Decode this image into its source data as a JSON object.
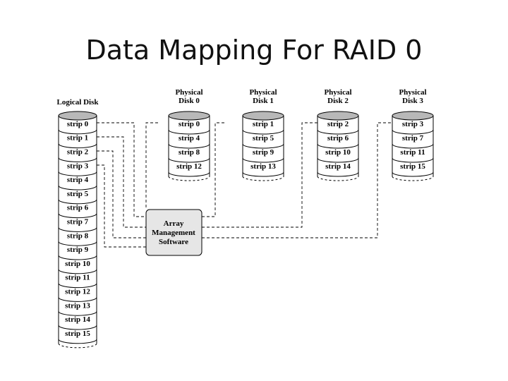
{
  "title": "Data Mapping For RAID 0",
  "logical_disk": {
    "label": "Logical Disk",
    "strips": [
      "strip 0",
      "strip 1",
      "strip 2",
      "strip 3",
      "strip 4",
      "strip 5",
      "strip 6",
      "strip 7",
      "strip 8",
      "strip 9",
      "strip 10",
      "strip 11",
      "strip 12",
      "strip 13",
      "strip 14",
      "strip 15"
    ]
  },
  "physical_disks": [
    {
      "label_line1": "Physical",
      "label_line2": "Disk 0",
      "strips": [
        "strip 0",
        "strip 4",
        "strip 8",
        "strip 12"
      ]
    },
    {
      "label_line1": "Physical",
      "label_line2": "Disk 1",
      "strips": [
        "strip 1",
        "strip 5",
        "strip 9",
        "strip 13"
      ]
    },
    {
      "label_line1": "Physical",
      "label_line2": "Disk 2",
      "strips": [
        "strip 2",
        "strip 6",
        "strip 10",
        "strip 14"
      ]
    },
    {
      "label_line1": "Physical",
      "label_line2": "Disk 3",
      "strips": [
        "strip 3",
        "strip 7",
        "strip 11",
        "strip 15"
      ]
    }
  ],
  "software": {
    "line1": "Array",
    "line2": "Management",
    "line3": "Software"
  },
  "colors": {
    "disk_top": "#b8b8b8",
    "software_box": "#e6e6e6",
    "stroke": "#000000"
  }
}
